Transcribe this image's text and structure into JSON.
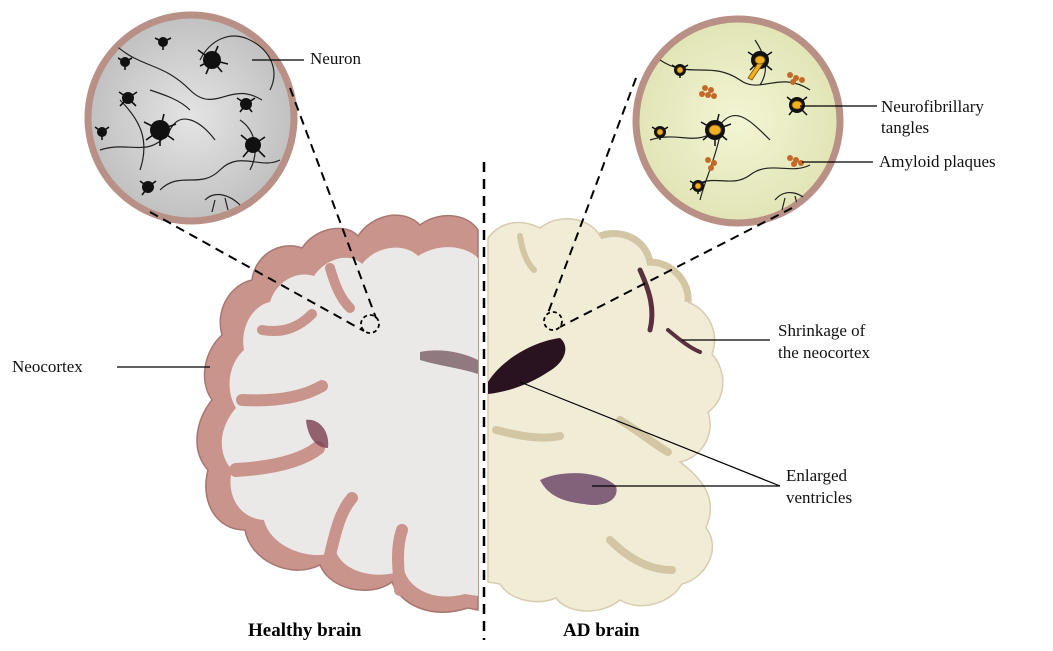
{
  "labels": {
    "neuron": "Neuron",
    "neocortex": "Neocortex",
    "tangles_line1": "Neurofibrillary",
    "tangles_line2": "tangles",
    "plaques": "Amyloid plaques",
    "shrinkage_line1": "Shrinkage of",
    "shrinkage_line2": "the neocortex",
    "ventricles_line1": "Enlarged",
    "ventricles_line2": "ventricles"
  },
  "captions": {
    "healthy": "Healthy brain",
    "ad": "AD brain"
  },
  "colors": {
    "cortex": "#c9948c",
    "white_matter": "#ebe9e7",
    "ad_white_matter": "#f1ecd6",
    "ventricle": "#2a1320",
    "healthy_inset_bg": "#d6d6d6",
    "ad_inset_bg": "#eef0c8",
    "inset_ring": "#b99086",
    "tangle": "#f0b020",
    "plaque": "#c46a28"
  }
}
